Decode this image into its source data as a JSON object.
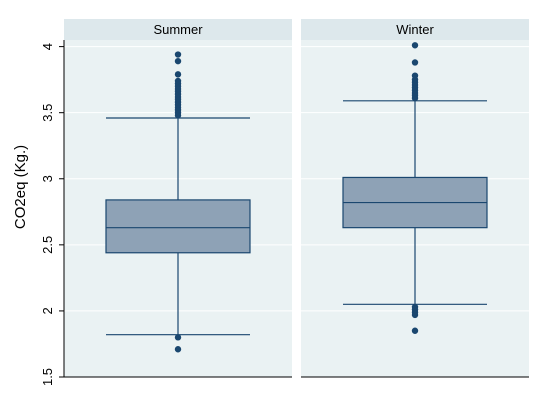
{
  "chart_data": {
    "type": "boxplot",
    "ylabel": "CO2eq (Kg.)",
    "ylim": [
      1.5,
      4.05
    ],
    "yticks": [
      1.5,
      2,
      2.5,
      3,
      3.5,
      4
    ],
    "ytick_labels": [
      "1.5",
      "2",
      "2.5",
      "3",
      "3.5",
      "4"
    ],
    "grid": true,
    "panels": [
      {
        "name": "Summer",
        "whisker_low": 1.82,
        "q1": 2.44,
        "median": 2.63,
        "q3": 2.84,
        "whisker_high": 3.46,
        "outliers": [
          1.71,
          1.8,
          3.48,
          3.5,
          3.52,
          3.54,
          3.56,
          3.58,
          3.6,
          3.62,
          3.64,
          3.66,
          3.68,
          3.7,
          3.72,
          3.74,
          3.79,
          3.89,
          3.94
        ]
      },
      {
        "name": "Winter",
        "whisker_low": 2.05,
        "q1": 2.63,
        "median": 2.82,
        "q3": 3.01,
        "whisker_high": 3.59,
        "outliers": [
          1.85,
          1.97,
          1.99,
          2.01,
          2.03,
          3.61,
          3.63,
          3.65,
          3.67,
          3.69,
          3.71,
          3.73,
          3.75,
          3.78,
          3.88,
          4.01
        ]
      }
    ],
    "colors": {
      "panel_bg": "#eaf2f3",
      "header_bg": "#dde8ec",
      "grid": "#ffffff",
      "box_fill": "#8ea2b6",
      "box_stroke": "#1a476f",
      "outlier": "#1a476f",
      "axis": "#000000",
      "text": "#000000"
    }
  }
}
